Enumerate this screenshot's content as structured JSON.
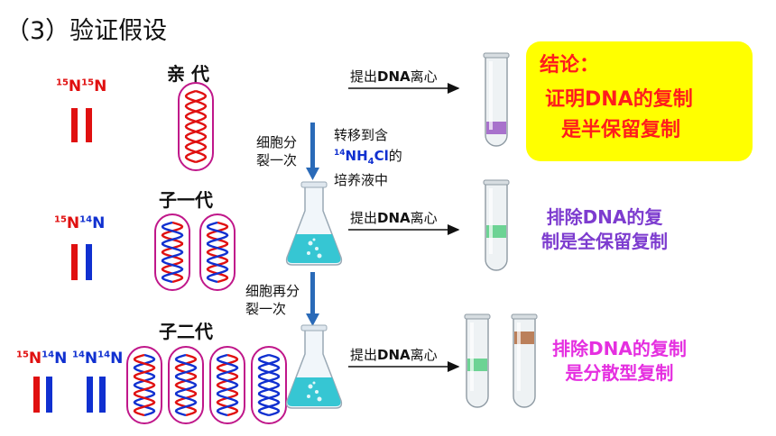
{
  "title": "（3）验证假设",
  "generations": {
    "parent": "亲 代",
    "first": "子一代",
    "second": "子二代"
  },
  "isotopes": {
    "parent": {
      "n1": "15",
      "e1": "N",
      "n2": "15",
      "e2": "N"
    },
    "first": {
      "n1": "15",
      "e1": "N",
      "n2": "14",
      "e2": "N"
    },
    "second_a": {
      "n1": "15",
      "e1": "N",
      "n2": "14",
      "e2": "N"
    },
    "second_b": {
      "n1": "14",
      "e1": "N",
      "n2": "14",
      "e2": "N"
    }
  },
  "steps": {
    "division1": [
      "细胞分",
      "裂一次"
    ],
    "transfer": {
      "line1": "转移到含",
      "iso_num": "14",
      "formula_a": "NH",
      "formula_sub": "4",
      "formula_b": "Cl",
      "suffix": "的",
      "line3": "培养液中"
    },
    "division2": [
      "细胞再分",
      "裂一次"
    ]
  },
  "extract": {
    "pre": "提出",
    "bold": "DNA",
    "post": "离心"
  },
  "conclusion": [
    "结论：",
    "证明DNA的复制",
    "是半保留复制"
  ],
  "results": {
    "exclude_conservative": [
      "排除DNA的复",
      "制是全保留复制"
    ],
    "exclude_dispersive": [
      "排除DNA的复制",
      "是分散型复制"
    ]
  },
  "colors": {
    "heavy_band": "#a064c8",
    "middle_band": "#5ecf8a",
    "light_band": "#b5734a",
    "n15_strand": "#e01010",
    "n14_strand": "#1030d0",
    "conclusion_bg": "#ffff00",
    "flask_liquid": "#36c6d3"
  }
}
